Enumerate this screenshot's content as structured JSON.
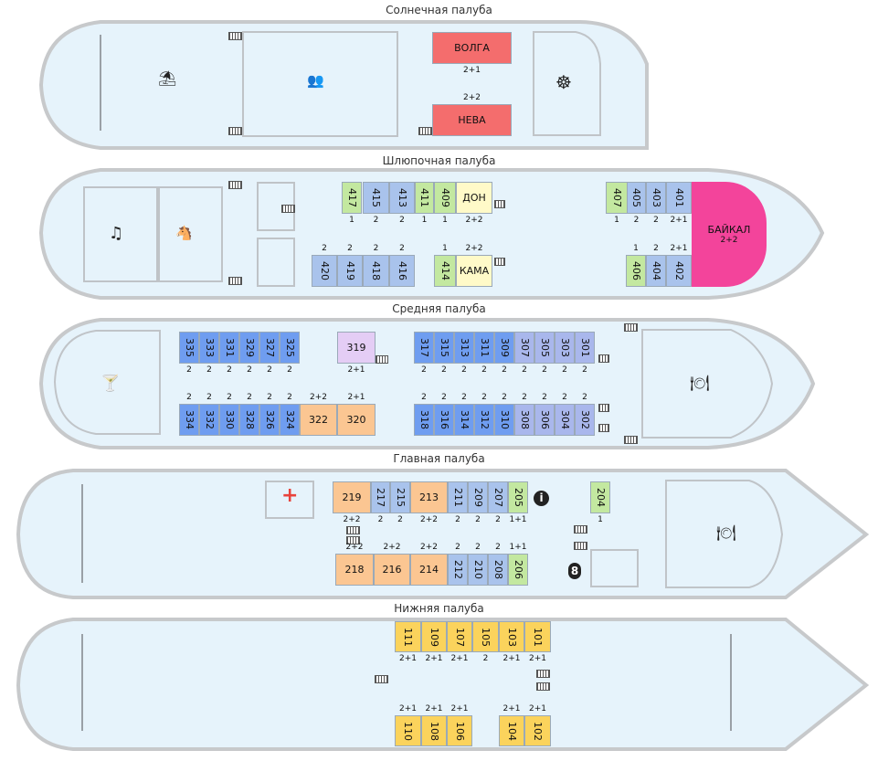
{
  "colors": {
    "hull_fill": "#e6f3fb",
    "hull_stroke": "#c7c9cb",
    "std2": "#6f9df0",
    "std2_dark": "#6f9df0",
    "premium": "#a9b7ec",
    "single": "#c3e8a0",
    "junior": "#fbc692",
    "deluxe": "#fffac8",
    "suite_red": "#f46d6d",
    "pink": "#f3449b",
    "lilac": "#e4cdf5",
    "yellow": "#fbd35c",
    "semilux": "#a9c3ec"
  },
  "decks": [
    {
      "id": "sun",
      "title": "Солнечная палуба"
    },
    {
      "id": "boat",
      "title": "Шлюпочная палуба"
    },
    {
      "id": "middle",
      "title": "Средняя палуба"
    },
    {
      "id": "main",
      "title": "Главная палуба"
    },
    {
      "id": "lower",
      "title": "Нижняя палуба"
    }
  ],
  "icons": [
    {
      "name": "beach-umbrella-icon",
      "glyph": "⛱"
    },
    {
      "name": "conference-icon",
      "glyph": "👥"
    },
    {
      "name": "helm-icon",
      "glyph": "☸"
    },
    {
      "name": "music-icon",
      "glyph": "♫"
    },
    {
      "name": "rocking-horse-icon",
      "glyph": "🐴"
    },
    {
      "name": "cocktail-icon",
      "glyph": "🍸"
    },
    {
      "name": "restaurant-icon",
      "glyph": "🍽"
    },
    {
      "name": "first-aid-icon",
      "glyph": "+"
    },
    {
      "name": "info-icon",
      "glyph": "i"
    },
    {
      "name": "laundry-icon",
      "glyph": "8"
    }
  ],
  "cabins": [
    {
      "n": "ВОЛГА",
      "cap": "2+1",
      "c": "suite_red",
      "h": true
    },
    {
      "n": "НЕВА",
      "cap": "2+2",
      "c": "suite_red",
      "h": true
    },
    {
      "n": "417",
      "cap": "1",
      "c": "single"
    },
    {
      "n": "415",
      "cap": "2",
      "c": "semilux"
    },
    {
      "n": "413",
      "cap": "2",
      "c": "semilux"
    },
    {
      "n": "411",
      "cap": "1",
      "c": "single"
    },
    {
      "n": "409",
      "cap": "1",
      "c": "single"
    },
    {
      "n": "ДОН",
      "cap": "2+2",
      "c": "deluxe",
      "h": true
    },
    {
      "n": "407",
      "cap": "1",
      "c": "single"
    },
    {
      "n": "405",
      "cap": "2",
      "c": "semilux"
    },
    {
      "n": "403",
      "cap": "2",
      "c": "semilux"
    },
    {
      "n": "401",
      "cap": "2+1",
      "c": "semilux"
    },
    {
      "n": "420",
      "cap": "2",
      "c": "semilux"
    },
    {
      "n": "419",
      "cap": "2",
      "c": "semilux"
    },
    {
      "n": "418",
      "cap": "2",
      "c": "semilux"
    },
    {
      "n": "416",
      "cap": "2",
      "c": "semilux"
    },
    {
      "n": "414",
      "cap": "1",
      "c": "single"
    },
    {
      "n": "КАМА",
      "cap": "2+2",
      "c": "deluxe",
      "h": true
    },
    {
      "n": "406",
      "cap": "1",
      "c": "single"
    },
    {
      "n": "404",
      "cap": "2",
      "c": "semilux"
    },
    {
      "n": "402",
      "cap": "2+1",
      "c": "semilux"
    },
    {
      "n": "БАЙКАЛ",
      "cap": "2+2",
      "c": "pink",
      "h": true
    },
    {
      "n": "335",
      "cap": "2",
      "c": "std2"
    },
    {
      "n": "333",
      "cap": "2",
      "c": "std2"
    },
    {
      "n": "331",
      "cap": "2",
      "c": "std2"
    },
    {
      "n": "329",
      "cap": "2",
      "c": "std2"
    },
    {
      "n": "327",
      "cap": "2",
      "c": "std2"
    },
    {
      "n": "325",
      "cap": "2",
      "c": "std2"
    },
    {
      "n": "319",
      "cap": "2+1",
      "c": "lilac",
      "h": true
    },
    {
      "n": "317",
      "cap": "2",
      "c": "std2"
    },
    {
      "n": "315",
      "cap": "2",
      "c": "std2"
    },
    {
      "n": "313",
      "cap": "2",
      "c": "std2"
    },
    {
      "n": "311",
      "cap": "2",
      "c": "std2"
    },
    {
      "n": "309",
      "cap": "2",
      "c": "std2"
    },
    {
      "n": "307",
      "cap": "2",
      "c": "premium"
    },
    {
      "n": "305",
      "cap": "2",
      "c": "premium"
    },
    {
      "n": "303",
      "cap": "2",
      "c": "premium"
    },
    {
      "n": "301",
      "cap": "2",
      "c": "premium"
    },
    {
      "n": "334",
      "cap": "2",
      "c": "std2"
    },
    {
      "n": "332",
      "cap": "2",
      "c": "std2"
    },
    {
      "n": "330",
      "cap": "2",
      "c": "std2"
    },
    {
      "n": "328",
      "cap": "2",
      "c": "std2"
    },
    {
      "n": "326",
      "cap": "2",
      "c": "std2"
    },
    {
      "n": "324",
      "cap": "2",
      "c": "std2"
    },
    {
      "n": "322",
      "cap": "2+2",
      "c": "junior",
      "h": true
    },
    {
      "n": "320",
      "cap": "2+1",
      "c": "junior",
      "h": true
    },
    {
      "n": "318",
      "cap": "2",
      "c": "std2"
    },
    {
      "n": "316",
      "cap": "2",
      "c": "std2"
    },
    {
      "n": "314",
      "cap": "2",
      "c": "std2"
    },
    {
      "n": "312",
      "cap": "2",
      "c": "std2"
    },
    {
      "n": "310",
      "cap": "2",
      "c": "std2"
    },
    {
      "n": "308",
      "cap": "2",
      "c": "premium"
    },
    {
      "n": "306",
      "cap": "2",
      "c": "premium"
    },
    {
      "n": "304",
      "cap": "2",
      "c": "premium"
    },
    {
      "n": "302",
      "cap": "2",
      "c": "premium"
    },
    {
      "n": "219",
      "cap": "2+2",
      "c": "junior",
      "h": true
    },
    {
      "n": "217",
      "cap": "2",
      "c": "semilux"
    },
    {
      "n": "215",
      "cap": "2",
      "c": "semilux"
    },
    {
      "n": "213",
      "cap": "2+2",
      "c": "junior",
      "h": true
    },
    {
      "n": "211",
      "cap": "2",
      "c": "semilux"
    },
    {
      "n": "209",
      "cap": "2",
      "c": "semilux"
    },
    {
      "n": "207",
      "cap": "2",
      "c": "semilux"
    },
    {
      "n": "205",
      "cap": "1+1",
      "c": "single"
    },
    {
      "n": "204",
      "cap": "1",
      "c": "single"
    },
    {
      "n": "218",
      "cap": "2+2",
      "c": "junior",
      "h": true
    },
    {
      "n": "216",
      "cap": "2+2",
      "c": "junior",
      "h": true
    },
    {
      "n": "214",
      "cap": "2+2",
      "c": "junior",
      "h": true
    },
    {
      "n": "212",
      "cap": "2",
      "c": "semilux"
    },
    {
      "n": "210",
      "cap": "2",
      "c": "semilux"
    },
    {
      "n": "208",
      "cap": "2",
      "c": "semilux"
    },
    {
      "n": "206",
      "cap": "1+1",
      "c": "single"
    },
    {
      "n": "111",
      "cap": "2+1",
      "c": "yellow"
    },
    {
      "n": "109",
      "cap": "2+1",
      "c": "yellow"
    },
    {
      "n": "107",
      "cap": "2+1",
      "c": "yellow"
    },
    {
      "n": "105",
      "cap": "2",
      "c": "yellow"
    },
    {
      "n": "103",
      "cap": "2+1",
      "c": "yellow"
    },
    {
      "n": "101",
      "cap": "2+1",
      "c": "yellow"
    },
    {
      "n": "110",
      "cap": "2+1",
      "c": "yellow"
    },
    {
      "n": "108",
      "cap": "2+1",
      "c": "yellow"
    },
    {
      "n": "106",
      "cap": "2+1",
      "c": "yellow"
    },
    {
      "n": "104",
      "cap": "2+1",
      "c": "yellow"
    },
    {
      "n": "102",
      "cap": "2+1",
      "c": "yellow"
    }
  ]
}
